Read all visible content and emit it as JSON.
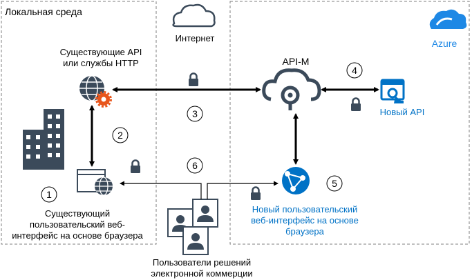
{
  "zones": {
    "onprem_label": "Локальная среда",
    "internet_label": "Интернет",
    "azure_label": "Azure"
  },
  "nodes": {
    "existing_api_label_line1": "Существующие API",
    "existing_api_label_line2": "или службы HTTP",
    "apim_label": "API-M",
    "new_api_label": "Новый API",
    "existing_ui_line1": "Существующий",
    "existing_ui_line2": "пользовательский веб-",
    "existing_ui_line3": "интерфейс на основе браузера",
    "new_ui_line1": "Новый пользовательский",
    "new_ui_line2": "веб-интерфейс на основе",
    "new_ui_line3": "браузера",
    "users_line1": "Пользователи решений",
    "users_line2": "электронной коммерции"
  },
  "steps": [
    "1",
    "2",
    "3",
    "4",
    "5",
    "6"
  ],
  "colors": {
    "border": "#7f7f7f",
    "icon_dark": "#3b4a5a",
    "accent_blue": "#0072c6",
    "azure_blue": "#1e88e5",
    "gear_orange": "#e8561c"
  }
}
